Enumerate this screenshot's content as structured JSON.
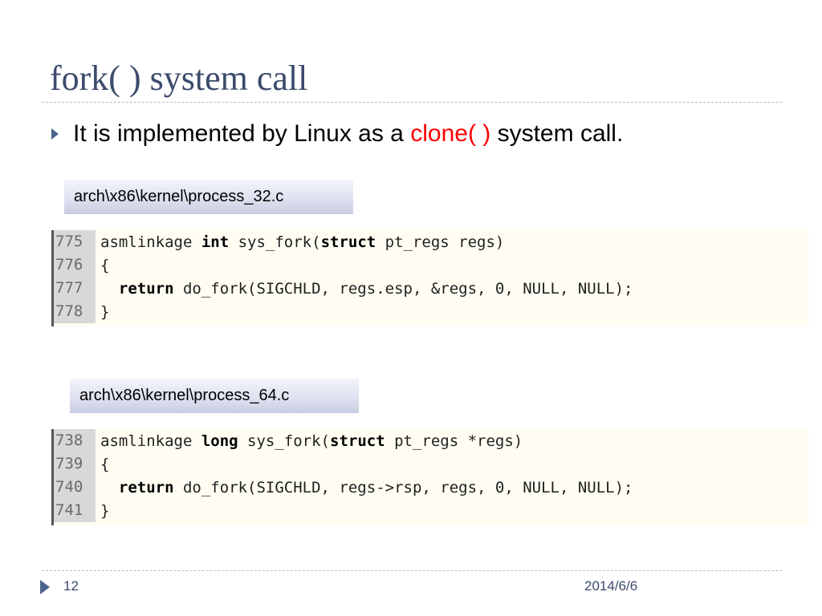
{
  "slide": {
    "title": "fork( ) system call",
    "bullet": {
      "before": "It is implemented by Linux as a ",
      "highlight": "clone( )",
      "after": " system call.",
      "highlight_color": "#ff0000"
    },
    "accent_color": "#3b4a6b"
  },
  "code_blocks": [
    {
      "file": "arch\\x86\\kernel\\process_32.c",
      "lines": [
        {
          "num": "775",
          "pre": "asmlinkage ",
          "kw1": "int",
          "mid": " sys_fork(",
          "kw2": "struct",
          "post": " pt_regs regs)"
        },
        {
          "num": "776",
          "pre": "{",
          "kw1": "",
          "mid": "",
          "kw2": "",
          "post": ""
        },
        {
          "num": "777",
          "pre": "  ",
          "kw1": "return",
          "mid": " do_fork(SIGCHLD, regs.esp, &regs, 0, NULL, NULL);",
          "kw2": "",
          "post": ""
        },
        {
          "num": "778",
          "pre": "}",
          "kw1": "",
          "mid": "",
          "kw2": "",
          "post": ""
        }
      ]
    },
    {
      "file": "arch\\x86\\kernel\\process_64.c",
      "lines": [
        {
          "num": "738",
          "pre": "asmlinkage ",
          "kw1": "long",
          "mid": " sys_fork(",
          "kw2": "struct",
          "post": " pt_regs *regs)"
        },
        {
          "num": "739",
          "pre": "{",
          "kw1": "",
          "mid": "",
          "kw2": "",
          "post": ""
        },
        {
          "num": "740",
          "pre": "  ",
          "kw1": "return",
          "mid": " do_fork(SIGCHLD, regs->rsp, regs, 0, NULL, NULL);",
          "kw2": "",
          "post": ""
        },
        {
          "num": "741",
          "pre": "}",
          "kw1": "",
          "mid": "",
          "kw2": "",
          "post": ""
        }
      ]
    }
  ],
  "footer": {
    "page_number": "12",
    "date": "2014/6/6"
  }
}
